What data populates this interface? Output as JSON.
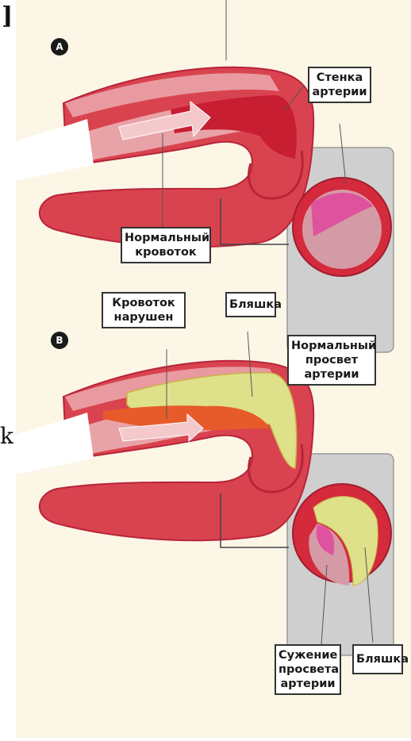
{
  "colors": {
    "page_bg": "#fbf6e6",
    "wall": "#d9434f",
    "wall_dark": "#b8243a",
    "lumen": "#e8a3a8",
    "blood": "#c71e32",
    "plaque": "#dfe08a",
    "inset_bg": "#cfcfcf",
    "magenta": "#e0459c"
  },
  "edge": {
    "top": "]",
    "middle": "k"
  },
  "panel_a": {
    "marker": "A",
    "normal_flow": [
      "Нормальный",
      "кровоток"
    ],
    "artery_wall": [
      "Стенка",
      "артерии"
    ],
    "normal_lumen": [
      "Нормальный",
      "просвет",
      "артерии"
    ]
  },
  "panel_b": {
    "marker": "B",
    "impaired_flow": [
      "Кровоток",
      "нарушен"
    ],
    "plaque": "Бляшка",
    "narrowed_lumen": [
      "Сужение",
      "просвета",
      "артерии"
    ],
    "plaque_inset": "Бляшка"
  }
}
